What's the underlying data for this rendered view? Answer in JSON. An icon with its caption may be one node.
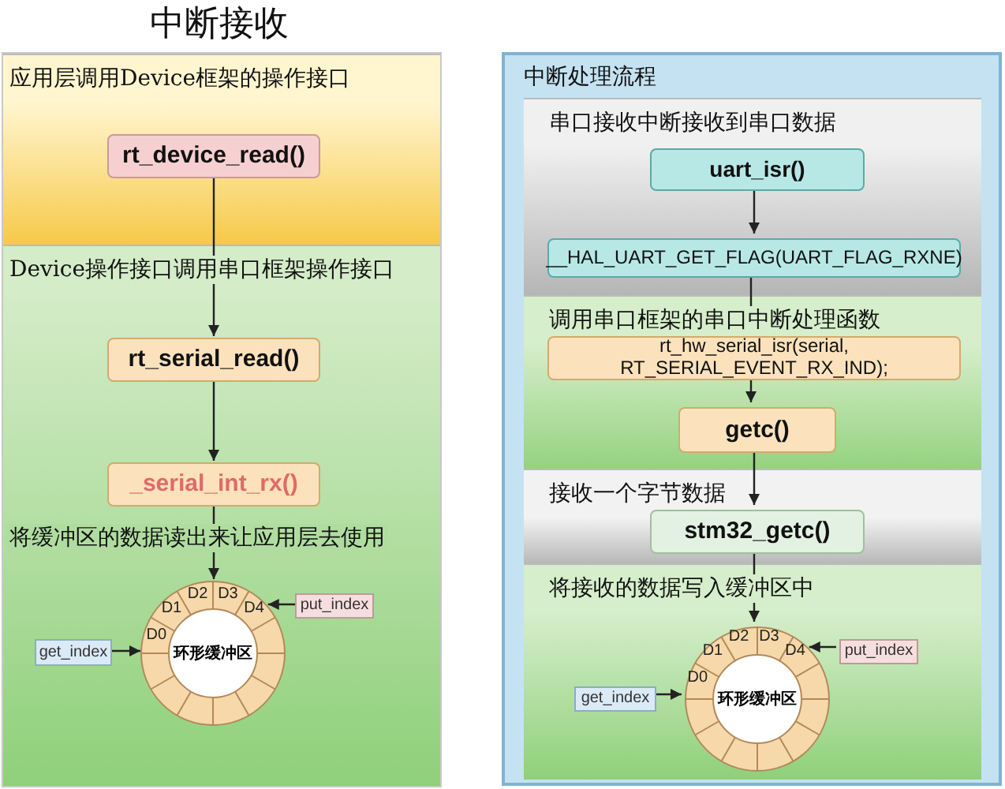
{
  "diagram": {
    "nodes": [
      {
        "text": [
          "中断接收"
        ]
      },
      {
        "text": [
          "应用层调用Device框架的操作接口"
        ],
        "in": 0
      },
      {
        "text": [
          "rt_device_read()"
        ],
        "in": 1
      },
      {
        "text": [
          "Device操作接口调用串口框架操作接口",
          "将缓冲区的数据读出来让应用层去使用"
        ],
        "in": 0
      },
      {
        "text": [
          "rt_serial_read()"
        ],
        "in": 3
      },
      {
        "text": [
          "_serial_int_rx()"
        ],
        "in": 3
      },
      {
        "text": [
          "环形缓冲区"
        ],
        "in": 3
      },
      {
        "text": [
          "get_index"
        ],
        "in": 3
      },
      {
        "text": [
          "put_index"
        ],
        "in": 3
      },
      {
        "text": [
          "中断处理流程"
        ]
      },
      {
        "text": [
          "串口接收中断接收到串口数据"
        ],
        "in": 9
      },
      {
        "text": [
          "uart_isr()"
        ],
        "in": 10
      },
      {
        "text": [
          "__HAL_UART_GET_FLAG(UART_FLAG_RXNE)"
        ],
        "in": 10
      },
      {
        "text": [
          "调用串口框架的串口中断处理函数"
        ],
        "in": 9
      },
      {
        "text": [
          "rt_hw_serial_isr(serial, RT_SERIAL_EVENT_RX_IND);"
        ],
        "in": 13
      },
      {
        "text": [
          "getc()"
        ],
        "in": 13
      },
      {
        "text": [
          "接收一个字节数据"
        ],
        "in": 9
      },
      {
        "text": [
          "stm32_getc()"
        ],
        "in": 16
      },
      {
        "text": [
          "将接收的数据写入缓冲区中"
        ],
        "in": 9
      },
      {
        "text": [
          "环形缓冲区"
        ],
        "in": 18
      },
      {
        "text": [
          "get_index"
        ],
        "in": 18
      },
      {
        "text": [
          "put_index"
        ],
        "in": 18
      }
    ],
    "edges": [
      {
        "from": 2,
        "to": 4,
        "arrow": "to"
      },
      {
        "from": 4,
        "to": 5,
        "arrow": "to"
      },
      {
        "from": 5,
        "to": 6,
        "arrow": "to"
      },
      {
        "from": 7,
        "to": 6,
        "arrow": "to"
      },
      {
        "from": 8,
        "to": 6,
        "arrow": "to"
      },
      {
        "from": 11,
        "to": 12,
        "arrow": "to"
      },
      {
        "from": 12,
        "to": 14,
        "arrow": "to"
      },
      {
        "from": 14,
        "to": 15,
        "arrow": "to"
      },
      {
        "from": 15,
        "to": 17,
        "arrow": "to"
      },
      {
        "from": 17,
        "to": 19,
        "arrow": "to"
      },
      {
        "from": 20,
        "to": 19,
        "arrow": "to"
      },
      {
        "from": 21,
        "to": 19,
        "arrow": "to"
      }
    ],
    "labels": [
      "D0",
      "D1",
      "D2",
      "D3",
      "D4",
      "D0",
      "D1",
      "D2",
      "D3",
      "D4"
    ]
  }
}
